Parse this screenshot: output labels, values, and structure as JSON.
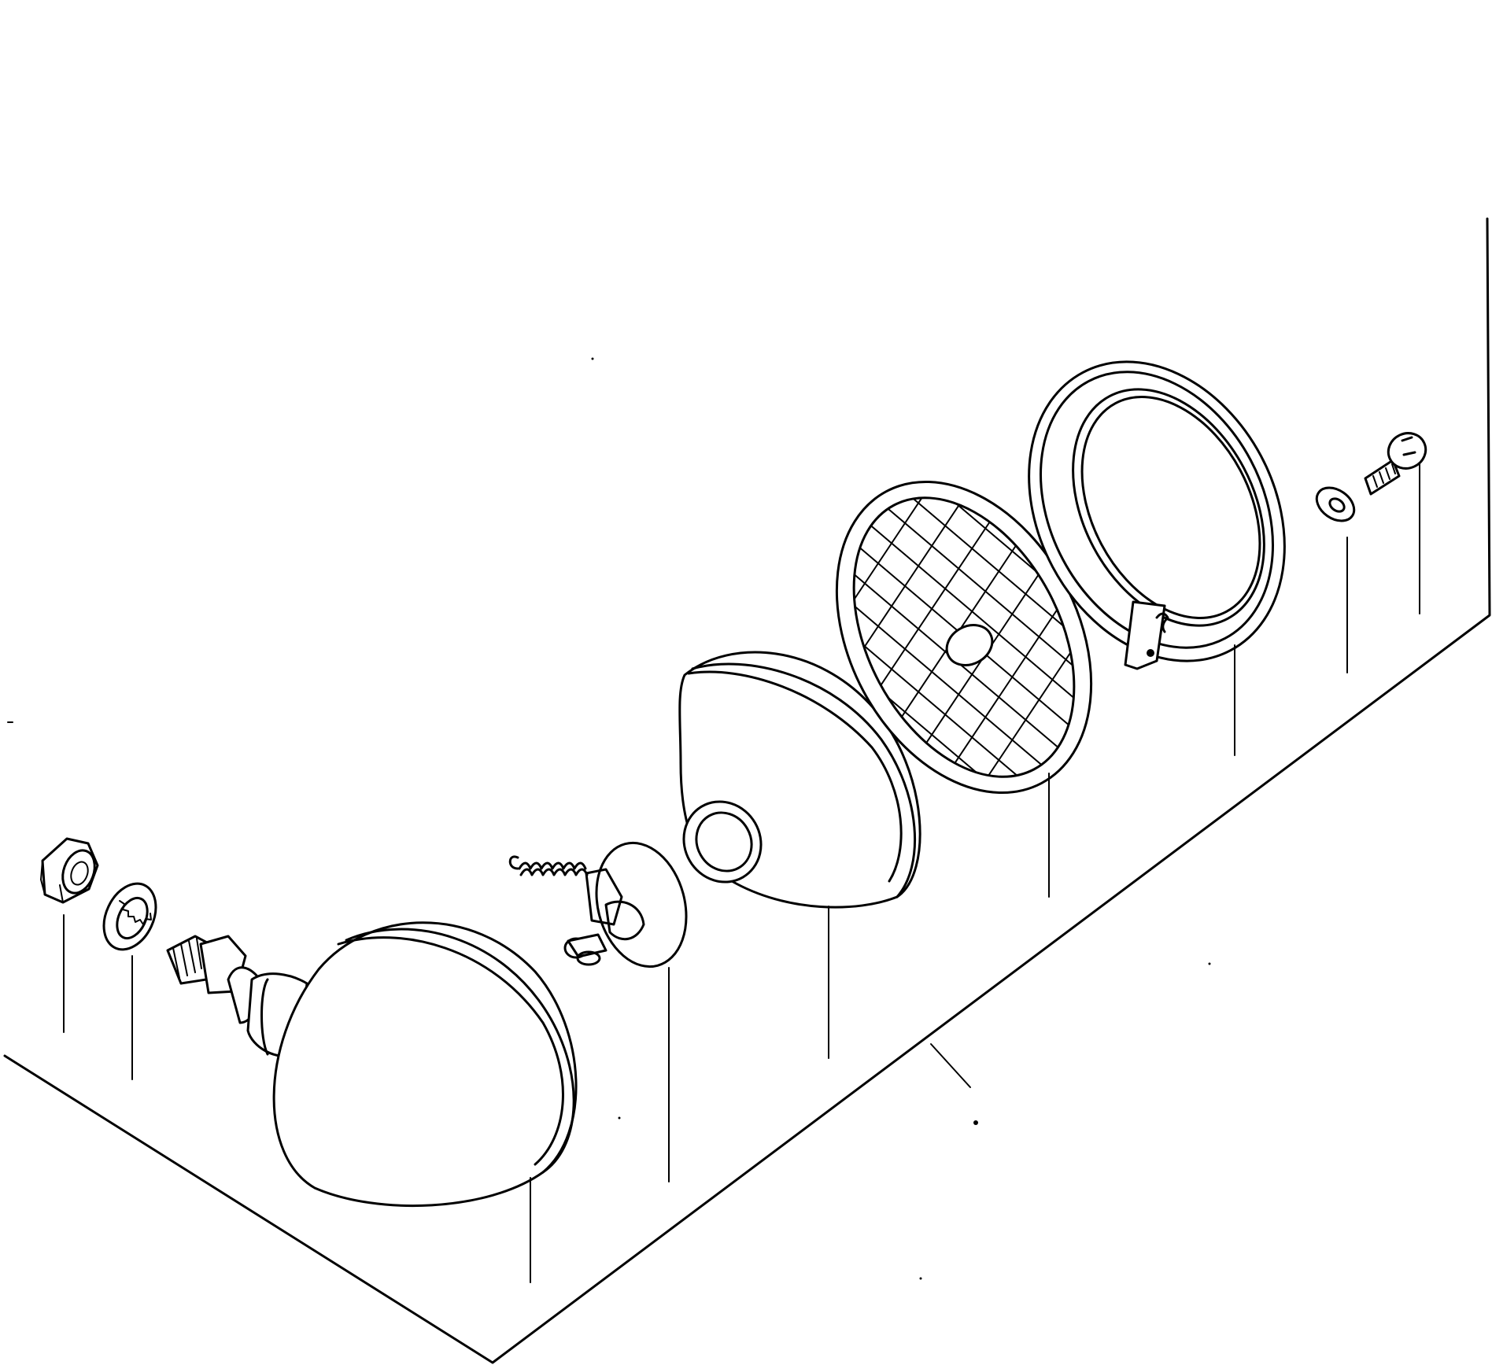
{
  "diagram": {
    "kind": "exploded-parts-drawing",
    "subject": "headlamp-assembly",
    "parts": [
      {
        "id": "hex-nut",
        "icon": "hex-nut-icon"
      },
      {
        "id": "lock-washer",
        "icon": "lock-washer-icon"
      },
      {
        "id": "lamp-housing",
        "icon": "lamp-housing-icon"
      },
      {
        "id": "bulb-socket",
        "icon": "bulb-socket-icon"
      },
      {
        "id": "reflector",
        "icon": "reflector-icon"
      },
      {
        "id": "lens",
        "icon": "lens-icon"
      },
      {
        "id": "retaining-ring",
        "icon": "retaining-ring-icon"
      },
      {
        "id": "flat-washer",
        "icon": "flat-washer-icon"
      },
      {
        "id": "screw",
        "icon": "screw-icon"
      }
    ],
    "colors": {
      "ink": "#000000",
      "paper": "#ffffff"
    }
  }
}
